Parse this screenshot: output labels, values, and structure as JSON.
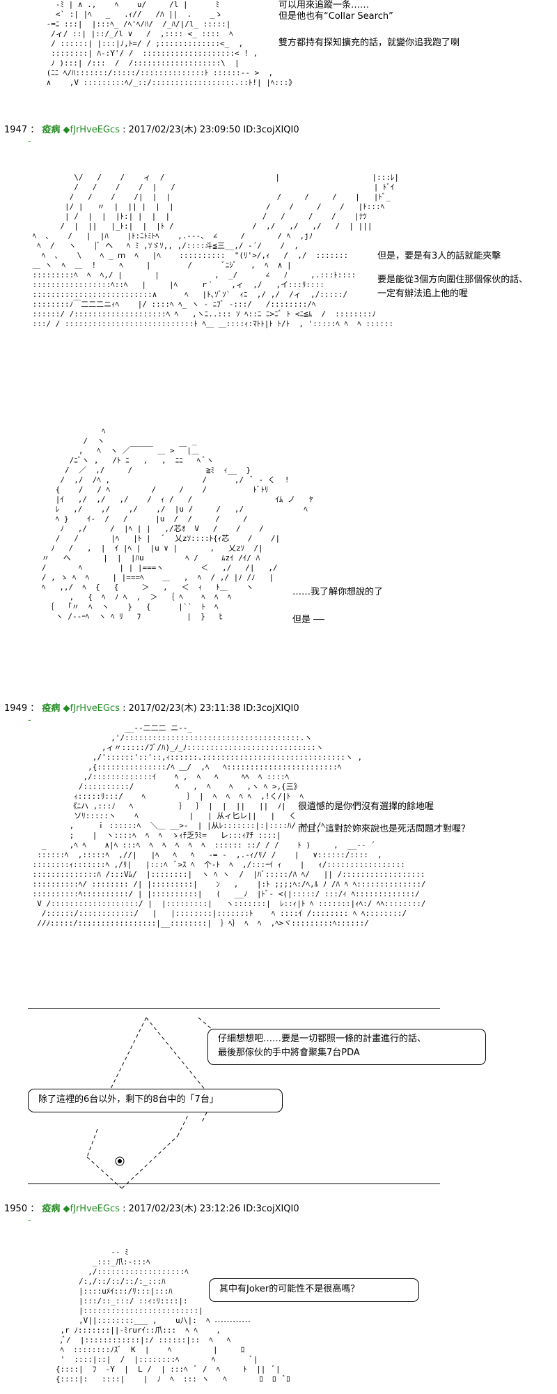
{
  "posts": [
    {
      "header": {
        "number": "1947",
        "name": "疫病",
        "trip": "◆fJrHveEGcs",
        "meta": ": 2017/02/23(木) 23:09:50 ID:3cojXIQI0"
      },
      "dialogue": [
        "但是，要是有3人的話就能夾擊",
        "要是能從3個方向圍住那個傢伙的話、",
        "一定有辦法追上他的喔",
        "……我了解你想說的了",
        "但是 ──"
      ]
    },
    {
      "header": {
        "number": "1949",
        "name": "疫病",
        "trip": "◆fJrHveEGcs",
        "meta": ": 2017/02/23(木) 23:11:38 ID:3cojXIQI0"
      },
      "dialogue": [
        "很遺憾的是你們沒有選擇的餘地喔",
        "而且，這對於妳來說也是死活問題才對喔？"
      ],
      "bubbles": [
        "仔細想想吧……要是一切都照一條的計畫進行的話、",
        "最後那傢伙的手中將會聚集7台PDA",
        "除了這裡的6台以外，剩下的8台中的「7台」"
      ]
    },
    {
      "header": {
        "number": "1950",
        "name": "疫病",
        "trip": "◆fJrHveEGcs",
        "meta": ": 2017/02/23(木) 23:12:26 ID:3cojXIQI0"
      },
      "bubbles": [
        "其中有Joker的可能性不是很高嗎？"
      ],
      "dialogue": [
        "…………"
      ]
    }
  ],
  "top": {
    "dialogue": [
      "可以用來追蹤一条……",
      "但是他也有“Collar Search”",
      "雙方都持有探知擴充的話，就變你追我跑了喇"
    ]
  },
  "colors": {
    "name": "#228b22",
    "rule": "#000000"
  }
}
